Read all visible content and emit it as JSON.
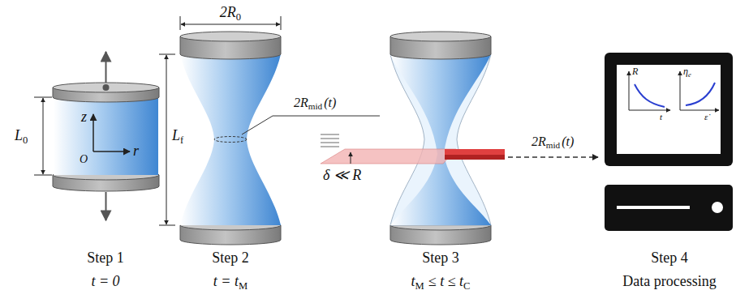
{
  "diagram": {
    "labels": [
      "2R",
      "0",
      "L",
      "0",
      "z",
      "O",
      "r",
      "L",
      "f",
      "2R",
      "mid",
      "(t)",
      "δ ≪ R",
      "2R",
      "mid",
      "(t)",
      "R",
      "t",
      "η",
      "e",
      "ε̇",
      "Step 1",
      "t = 0",
      "Step 2",
      "t = t",
      "M",
      "Step 3",
      "t",
      "M",
      "≤ t ≤ t",
      "C",
      "Step 4",
      "Data processing"
    ]
  }
}
